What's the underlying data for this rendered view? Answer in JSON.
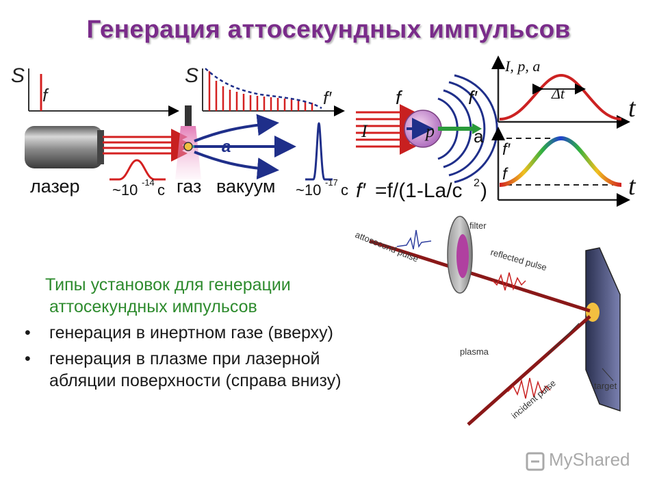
{
  "title": "Генерация аттосекундных импульсов",
  "top_left": {
    "axis_s_1": "S",
    "axis_s_2": "S",
    "label_f_1": "f",
    "label_f_prime_1": "f′",
    "laser_label": "лазер",
    "pulse1_label": "~10",
    "pulse1_exp": "-14",
    "pulse1_unit": "с",
    "gas_label": "газ",
    "vacuum_label": "вакуум",
    "pulse2_label": "~10",
    "pulse2_exp": "-17",
    "pulse2_unit": "с",
    "a_label": "a"
  },
  "top_middle": {
    "f": "f",
    "f_prime": "f′",
    "I": "I",
    "p": "p",
    "a": "a",
    "formula_prefix": "f′",
    "formula_body": "=f/(1-La/c",
    "formula_exp": "2",
    "formula_close": ")"
  },
  "top_right": {
    "labels_top": "I, p, a",
    "delta_t": "Δt",
    "t1": "t",
    "f_prime": "f′",
    "f": "f",
    "t2": "t"
  },
  "bottom_right": {
    "filter": "filter",
    "attosecond_pulse": "attosecond pulse",
    "reflected_pulse": "reflected pulse",
    "plasma": "plasma",
    "incident_pulse": "incident pulse",
    "target": "target"
  },
  "text": {
    "heading_line1": "Типы установок для генерации",
    "heading_line2": "аттосекундных импульсов",
    "bullets": [
      [
        "генерация в инертном газе (вверху)"
      ],
      [
        "генерация в плазме при лазерной",
        "абляции поверхности (справа внизу)"
      ]
    ],
    "bullet_char": "•"
  },
  "watermark": "MyShared",
  "colors": {
    "title": "#7a2c8a",
    "heading": "#2e8b2e",
    "beam": "#d42020",
    "arrow_blue": "#1f2f8a",
    "curve_red": "#cc2222"
  }
}
